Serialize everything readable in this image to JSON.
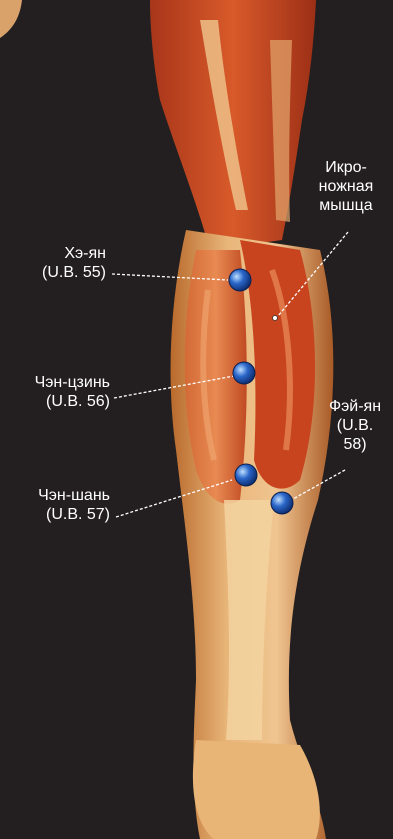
{
  "colors": {
    "background": "#231f20",
    "muscle": "#c0451e",
    "muscle_light": "#e07a3e",
    "tendon": "#e9c08a",
    "label_text": "#ffffff",
    "leader_line": "#ffffff",
    "point_fill": "#2a66c9"
  },
  "labels": {
    "he_yan": {
      "name": "Хэ-ян",
      "code": "(U.B. 55)"
    },
    "chen_jin": {
      "name": "Чэн-цзинь",
      "code": "(U.B. 56)"
    },
    "chen_shan": {
      "name": "Чэн-шань",
      "code": "(U.B. 57)"
    },
    "fei_yan": {
      "name": "Фэй-ян",
      "code_1": "(U.B.",
      "code_2": "58)"
    },
    "gastrocnemius": {
      "line_1": "Икро-",
      "line_2": "ножная",
      "line_3": "мышца"
    }
  },
  "points": [
    {
      "id": "he_yan",
      "icon": "acupoint-marker"
    },
    {
      "id": "chen_jin",
      "icon": "acupoint-marker"
    },
    {
      "id": "chen_shan",
      "icon": "acupoint-marker"
    },
    {
      "id": "fei_yan",
      "icon": "acupoint-marker"
    }
  ]
}
